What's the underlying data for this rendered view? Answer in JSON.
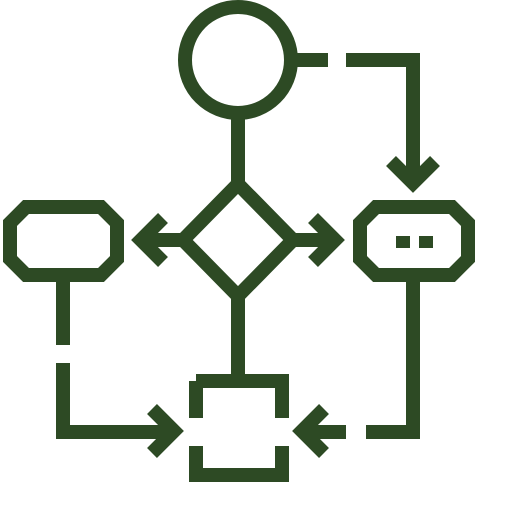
{
  "icon": {
    "name": "flowchart-icon",
    "stroke_color": "#2d4a24",
    "background_color": "#ffffff",
    "parts": [
      "start-circle",
      "decision-diamond",
      "left-process-box",
      "right-process-box",
      "end-square",
      "arrow-left",
      "arrow-right",
      "arrow-down",
      "arrow-into-square-left",
      "arrow-into-square-right"
    ]
  }
}
